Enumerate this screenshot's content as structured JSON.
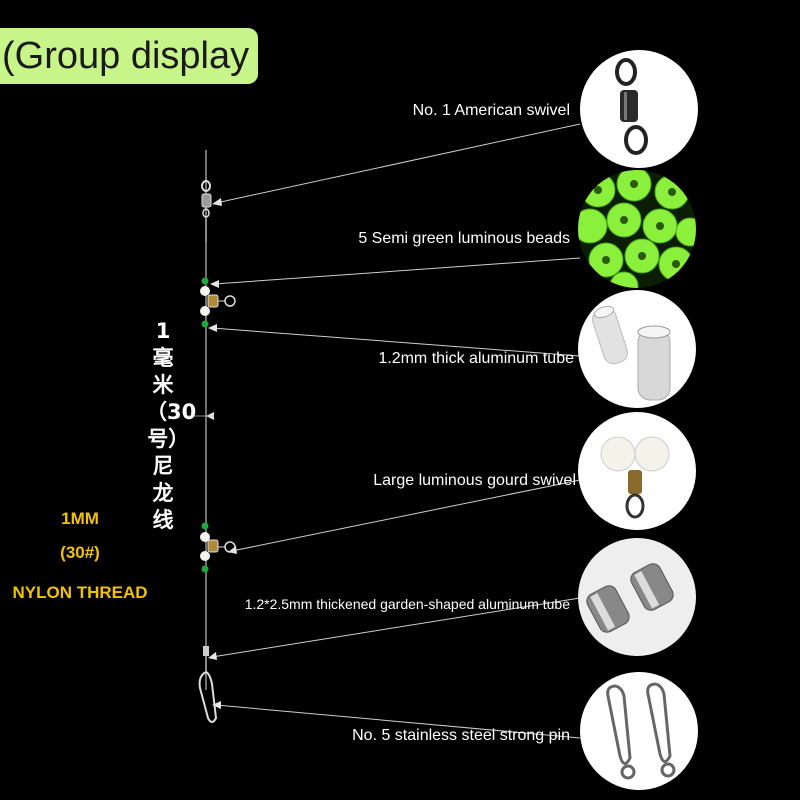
{
  "header": {
    "title": "(Group display"
  },
  "thread_spec": {
    "chinese_text": "1毫米（30号）尼龙线",
    "size": "1MM",
    "number": "(30#)",
    "name": "NYLON THREAD"
  },
  "components": [
    {
      "label": "No. 1 American swivel",
      "icon": "barrel-swivel-icon"
    },
    {
      "label": "5 Semi green luminous beads",
      "icon": "green-beads-icon"
    },
    {
      "label": "1.2mm thick aluminum tube",
      "icon": "clear-tube-icon"
    },
    {
      "label": "Large luminous gourd swivel",
      "icon": "gourd-swivel-icon"
    },
    {
      "label": "1.2*2.5mm thickened garden-shaped aluminum tube",
      "icon": "aluminum-sleeve-icon"
    },
    {
      "label": "No. 5 stainless steel strong pin",
      "icon": "snap-pin-icon"
    }
  ],
  "colors": {
    "badge": "#c8f58a",
    "accent_text": "#f2c200",
    "bead_green": "#7de83a",
    "background": "#000000"
  }
}
